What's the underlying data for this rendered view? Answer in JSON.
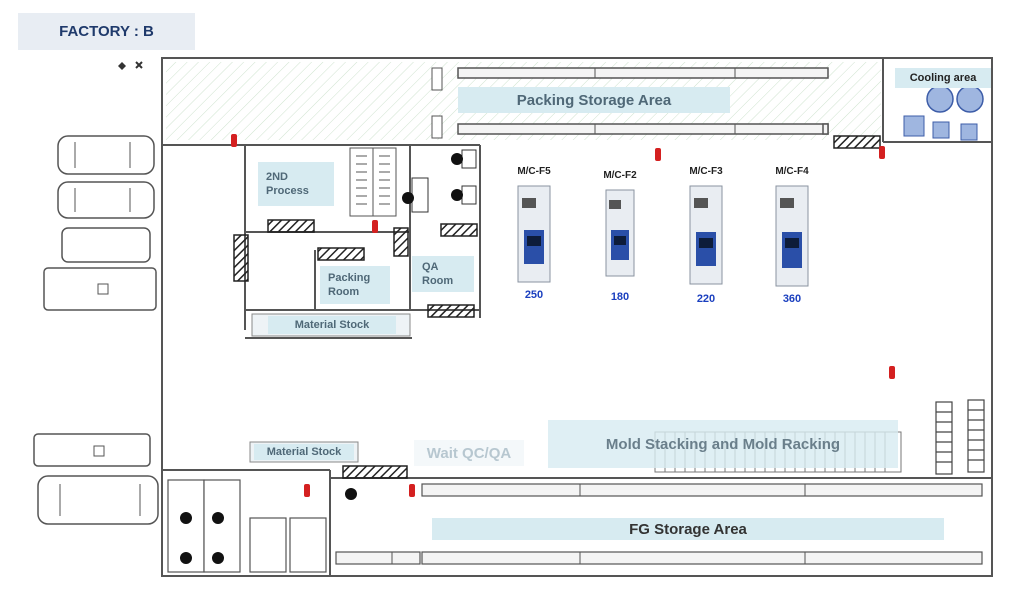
{
  "header": {
    "factory_label": "FACTORY :  B"
  },
  "areas": {
    "packing_storage": "Packing Storage Area",
    "cooling": "Cooling area",
    "second_process": "2ND Process",
    "packing_room": "Packing Room",
    "qa_room": "QA Room",
    "material_stock_upper": "Material Stock",
    "material_stock_lower": "Material Stock",
    "wait_qc": "Wait QC/QA",
    "mold_stacking": "Mold Stacking and Mold Racking",
    "fg_storage": "FG Storage Area"
  },
  "machines": [
    {
      "name": "M/C-F5",
      "value": "250"
    },
    {
      "name": "M/C-F2",
      "value": "180"
    },
    {
      "name": "M/C-F3",
      "value": "220"
    },
    {
      "name": "M/C-F4",
      "value": "360"
    }
  ],
  "colors": {
    "zone_fill": "#d7ebf1",
    "machine_value": "#1a3fbf",
    "extinguisher": "#d42020",
    "badge_text": "#1f3a6b"
  }
}
